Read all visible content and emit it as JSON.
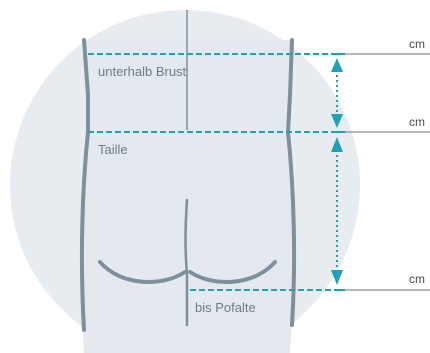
{
  "labels": {
    "under_bust": "unterhalb Brust",
    "waist": "Taille",
    "buttock_fold": "bis Pofalte"
  },
  "units": {
    "top": "cm",
    "middle": "cm",
    "bottom": "cm"
  },
  "colors": {
    "circle_fill": "#e7ecf1",
    "body_fill": "#ffffff",
    "body_outline": "#7d909c",
    "measure_line": "#1ea2b8",
    "unit_line": "#6e7378"
  }
}
